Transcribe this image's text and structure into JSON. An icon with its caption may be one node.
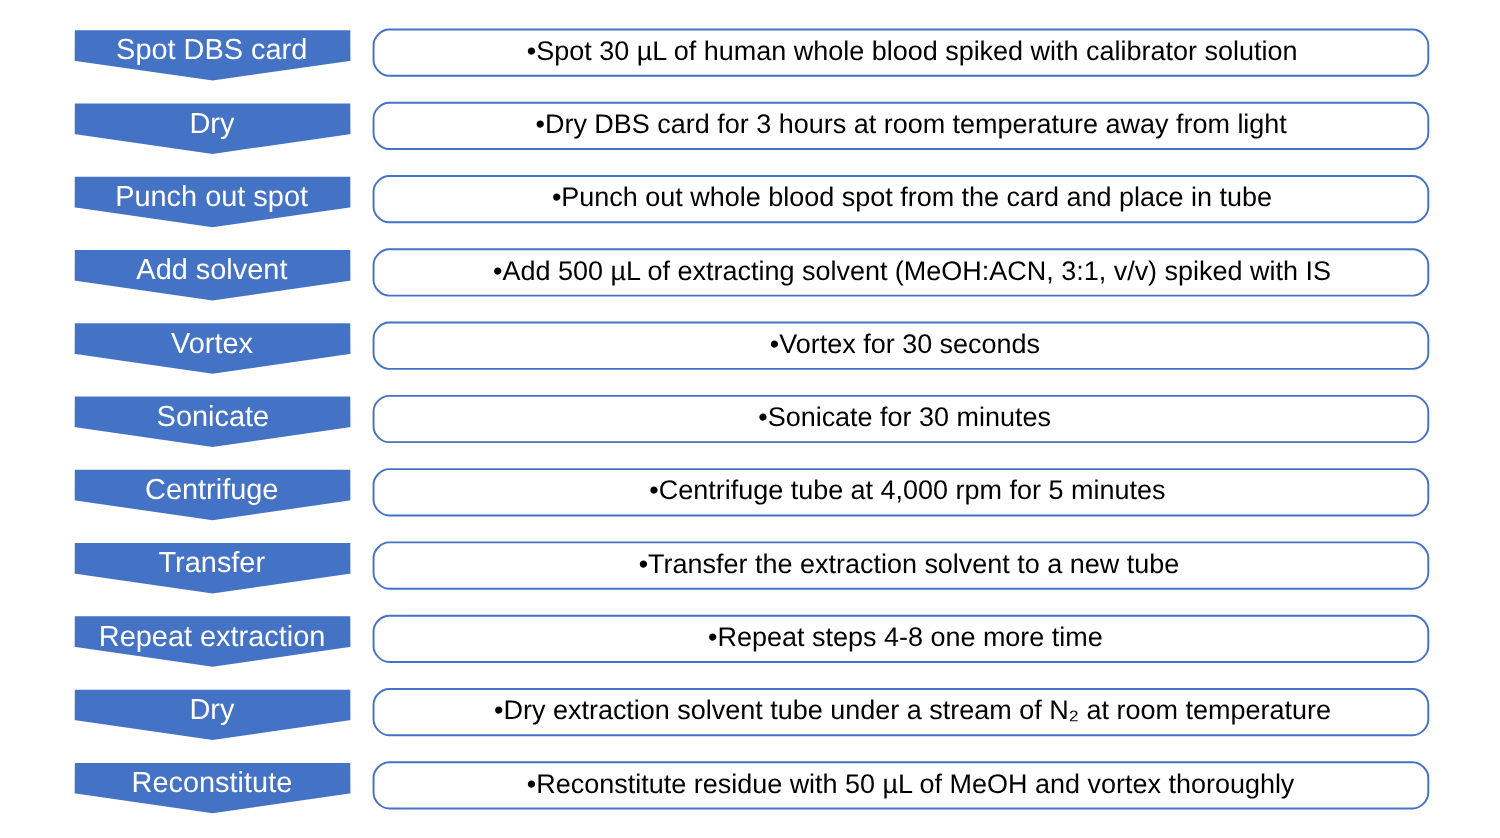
{
  "diagram": {
    "nodes": [
      {
        "text": [
          "Spot DBS card"
        ]
      },
      {
        "text": [
          "•Spot 30 µL of human whole blood spiked with calibrator solution"
        ]
      },
      {
        "text": [
          "Dry"
        ]
      },
      {
        "text": [
          "•Dry DBS card for 3 hours at room temperature away from light"
        ]
      },
      {
        "text": [
          "Punch out spot"
        ]
      },
      {
        "text": [
          "•Punch out whole blood spot from the card and place in tube"
        ]
      },
      {
        "text": [
          "Add solvent"
        ]
      },
      {
        "text": [
          "•Add 500 µL of extracting solvent (MeOH:ACN, 3:1, v/v) spiked with IS"
        ]
      },
      {
        "text": [
          "Vortex"
        ]
      },
      {
        "text": [
          "•Vortex for 30 seconds"
        ]
      },
      {
        "text": [
          "Sonicate"
        ]
      },
      {
        "text": [
          "•Sonicate for 30 minutes"
        ]
      },
      {
        "text": [
          "Centrifuge"
        ]
      },
      {
        "text": [
          "•Centrifuge tube at 4,000 rpm for 5 minutes"
        ]
      },
      {
        "text": [
          "Transfer"
        ]
      },
      {
        "text": [
          "•Transfer the extraction solvent to a new tube"
        ]
      },
      {
        "text": [
          "Repeat extraction"
        ]
      },
      {
        "text": [
          "•Repeat steps 4-8 one more time"
        ]
      },
      {
        "text": [
          "Dry"
        ]
      },
      {
        "text": [
          "•Dry extraction solvent tube under a stream of N₂ at room temperature"
        ]
      },
      {
        "text": [
          "Reconstitute"
        ]
      },
      {
        "text": [
          "•Reconstitute residue with 50 µL of MeOH and vortex thoroughly"
        ]
      }
    ]
  }
}
